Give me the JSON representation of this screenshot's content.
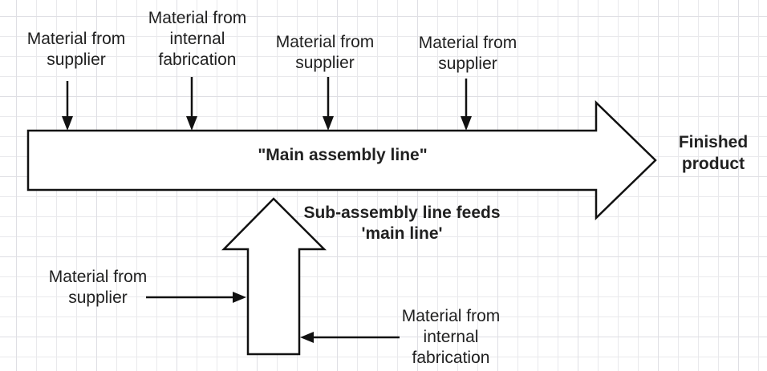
{
  "colors": {
    "stroke": "#111111",
    "text": "#212121",
    "grid-minor": "#e9e9ec",
    "grid-major": "#dfdfe4",
    "canvas-bg": "#ffffff",
    "shape-fill": "#ffffff"
  },
  "diagram": {
    "top_inputs": [
      {
        "label": "Material from\nsupplier"
      },
      {
        "label": "Material from\ninternal\nfabrication"
      },
      {
        "label": "Material from\nsupplier"
      },
      {
        "label": "Material from\nsupplier"
      }
    ],
    "main_line": {
      "label": "\"Main assembly line\""
    },
    "finished_product": {
      "label": "Finished\nproduct"
    },
    "sub_assembly": {
      "label": "Sub-assembly line feeds\n'main line'"
    },
    "bottom_inputs": [
      {
        "label": "Material from\nsupplier"
      },
      {
        "label": "Material from\ninternal\nfabrication"
      }
    ]
  }
}
